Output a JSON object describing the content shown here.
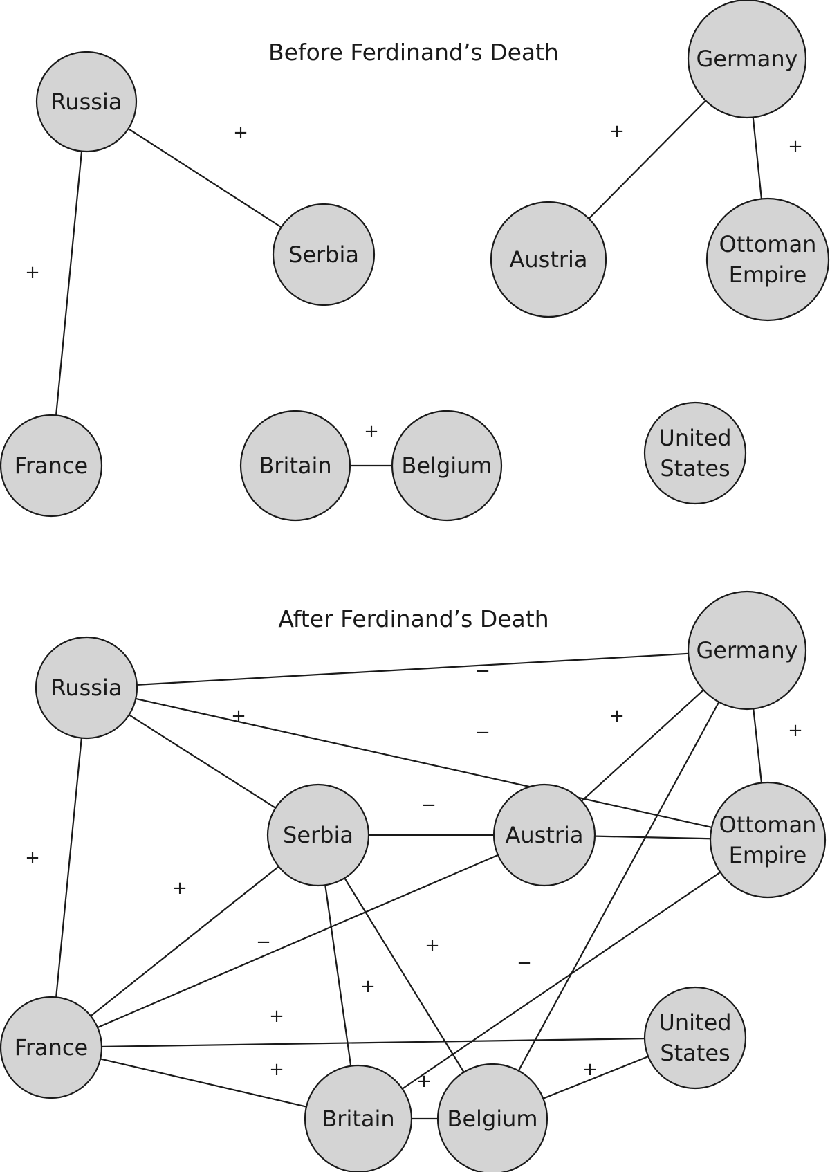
{
  "panels": [
    {
      "id": "before",
      "title": "Before Ferdinand’s Death",
      "nodes": [
        {
          "id": "russia",
          "label": [
            "Russia"
          ]
        },
        {
          "id": "serbia",
          "label": [
            "Serbia"
          ]
        },
        {
          "id": "france",
          "label": [
            "France"
          ]
        },
        {
          "id": "britain",
          "label": [
            "Britain"
          ]
        },
        {
          "id": "belgium",
          "label": [
            "Belgium"
          ]
        },
        {
          "id": "germany",
          "label": [
            "Germany"
          ]
        },
        {
          "id": "austria",
          "label": [
            "Austria"
          ]
        },
        {
          "id": "ottoman",
          "label": [
            "Ottoman",
            "Empire"
          ]
        },
        {
          "id": "us",
          "label": [
            "United",
            "States"
          ]
        }
      ],
      "edges": [
        {
          "from": "russia",
          "to": "serbia",
          "sign": "+"
        },
        {
          "from": "russia",
          "to": "france",
          "sign": "+"
        },
        {
          "from": "germany",
          "to": "austria",
          "sign": "+"
        },
        {
          "from": "germany",
          "to": "ottoman",
          "sign": "+"
        },
        {
          "from": "britain",
          "to": "belgium",
          "sign": "+"
        }
      ]
    },
    {
      "id": "after",
      "title": "After Ferdinand’s Death",
      "nodes": [
        {
          "id": "russia",
          "label": [
            "Russia"
          ]
        },
        {
          "id": "germany",
          "label": [
            "Germany"
          ]
        },
        {
          "id": "serbia",
          "label": [
            "Serbia"
          ]
        },
        {
          "id": "austria",
          "label": [
            "Austria"
          ]
        },
        {
          "id": "ottoman",
          "label": [
            "Ottoman",
            "Empire"
          ]
        },
        {
          "id": "france",
          "label": [
            "France"
          ]
        },
        {
          "id": "britain",
          "label": [
            "Britain"
          ]
        },
        {
          "id": "belgium",
          "label": [
            "Belgium"
          ]
        },
        {
          "id": "us",
          "label": [
            "United",
            "States"
          ]
        }
      ],
      "edges": [
        {
          "from": "russia",
          "to": "germany",
          "sign": "−"
        },
        {
          "from": "russia",
          "to": "ottoman",
          "sign": "−"
        },
        {
          "from": "russia",
          "to": "serbia",
          "sign": "+"
        },
        {
          "from": "russia",
          "to": "france",
          "sign": "+"
        },
        {
          "from": "germany",
          "to": "austria",
          "sign": "+"
        },
        {
          "from": "germany",
          "to": "ottoman",
          "sign": "+"
        },
        {
          "from": "germany",
          "to": "belgium",
          "sign": ""
        },
        {
          "from": "serbia",
          "to": "austria",
          "sign": "−"
        },
        {
          "from": "austria",
          "to": "ottoman",
          "sign": ""
        },
        {
          "from": "serbia",
          "to": "france",
          "sign": "+"
        },
        {
          "from": "austria",
          "to": "france",
          "sign": "−"
        },
        {
          "from": "serbia",
          "to": "britain",
          "sign": "+"
        },
        {
          "from": "serbia",
          "to": "belgium",
          "sign": "+"
        },
        {
          "from": "ottoman",
          "to": "britain",
          "sign": "−"
        },
        {
          "from": "france",
          "to": "us",
          "sign": "+"
        },
        {
          "from": "france",
          "to": "britain",
          "sign": "+"
        },
        {
          "from": "britain",
          "to": "belgium",
          "sign": "+"
        },
        {
          "from": "belgium",
          "to": "us",
          "sign": "+"
        }
      ]
    }
  ]
}
